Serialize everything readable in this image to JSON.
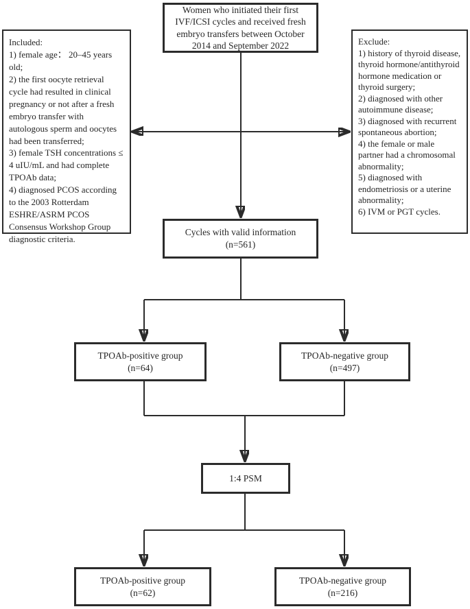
{
  "colors": {
    "line": "#2b2b2b",
    "box_border": "#2b2b2b",
    "text": "#262626",
    "background": "#ffffff"
  },
  "flowchart": {
    "initial": {
      "text": "Women who initiated their first IVF/ICSI cycles and received fresh embryo transfers between October 2014 and September 2022"
    },
    "included": {
      "title": "Included:",
      "items": [
        "1) female age： 20–45 years old;",
        "2) the first oocyte retrieval cycle had resulted in clinical pregnancy or not after a fresh embryo transfer with autologous sperm and oocytes had been transferred;",
        "3) female TSH concentrations ≤ 4 uIU/mL and had complete TPOAb data;",
        "4) diagnosed PCOS according to the 2003 Rotterdam ESHRE/ASRM PCOS Consensus Workshop Group diagnostic criteria."
      ]
    },
    "excluded": {
      "title": "Exclude:",
      "items": [
        "1) history of thyroid disease, thyroid hormone/antithyroid hormone medication or thyroid surgery;",
        "2) diagnosed with other autoimmune disease;",
        "3) diagnosed with recurrent spontaneous abortion;",
        "4) the female or male partner had a chromosomal abnormality;",
        "5) diagnosed with endometriosis or a uterine abnormality;",
        "6) IVM or PGT cycles."
      ]
    },
    "valid": {
      "label": "Cycles with valid information",
      "count": "(n=561)"
    },
    "pre_psm_positive": {
      "label": "TPOAb-positive group",
      "count": "(n=64)"
    },
    "pre_psm_negative": {
      "label": "TPOAb-negative group",
      "count": "(n=497)"
    },
    "psm": {
      "label": "1:4 PSM"
    },
    "post_psm_positive": {
      "label": "TPOAb-positive group",
      "count": "(n=62)"
    },
    "post_psm_negative": {
      "label": "TPOAb-negative group",
      "count": "(n=216)"
    }
  }
}
